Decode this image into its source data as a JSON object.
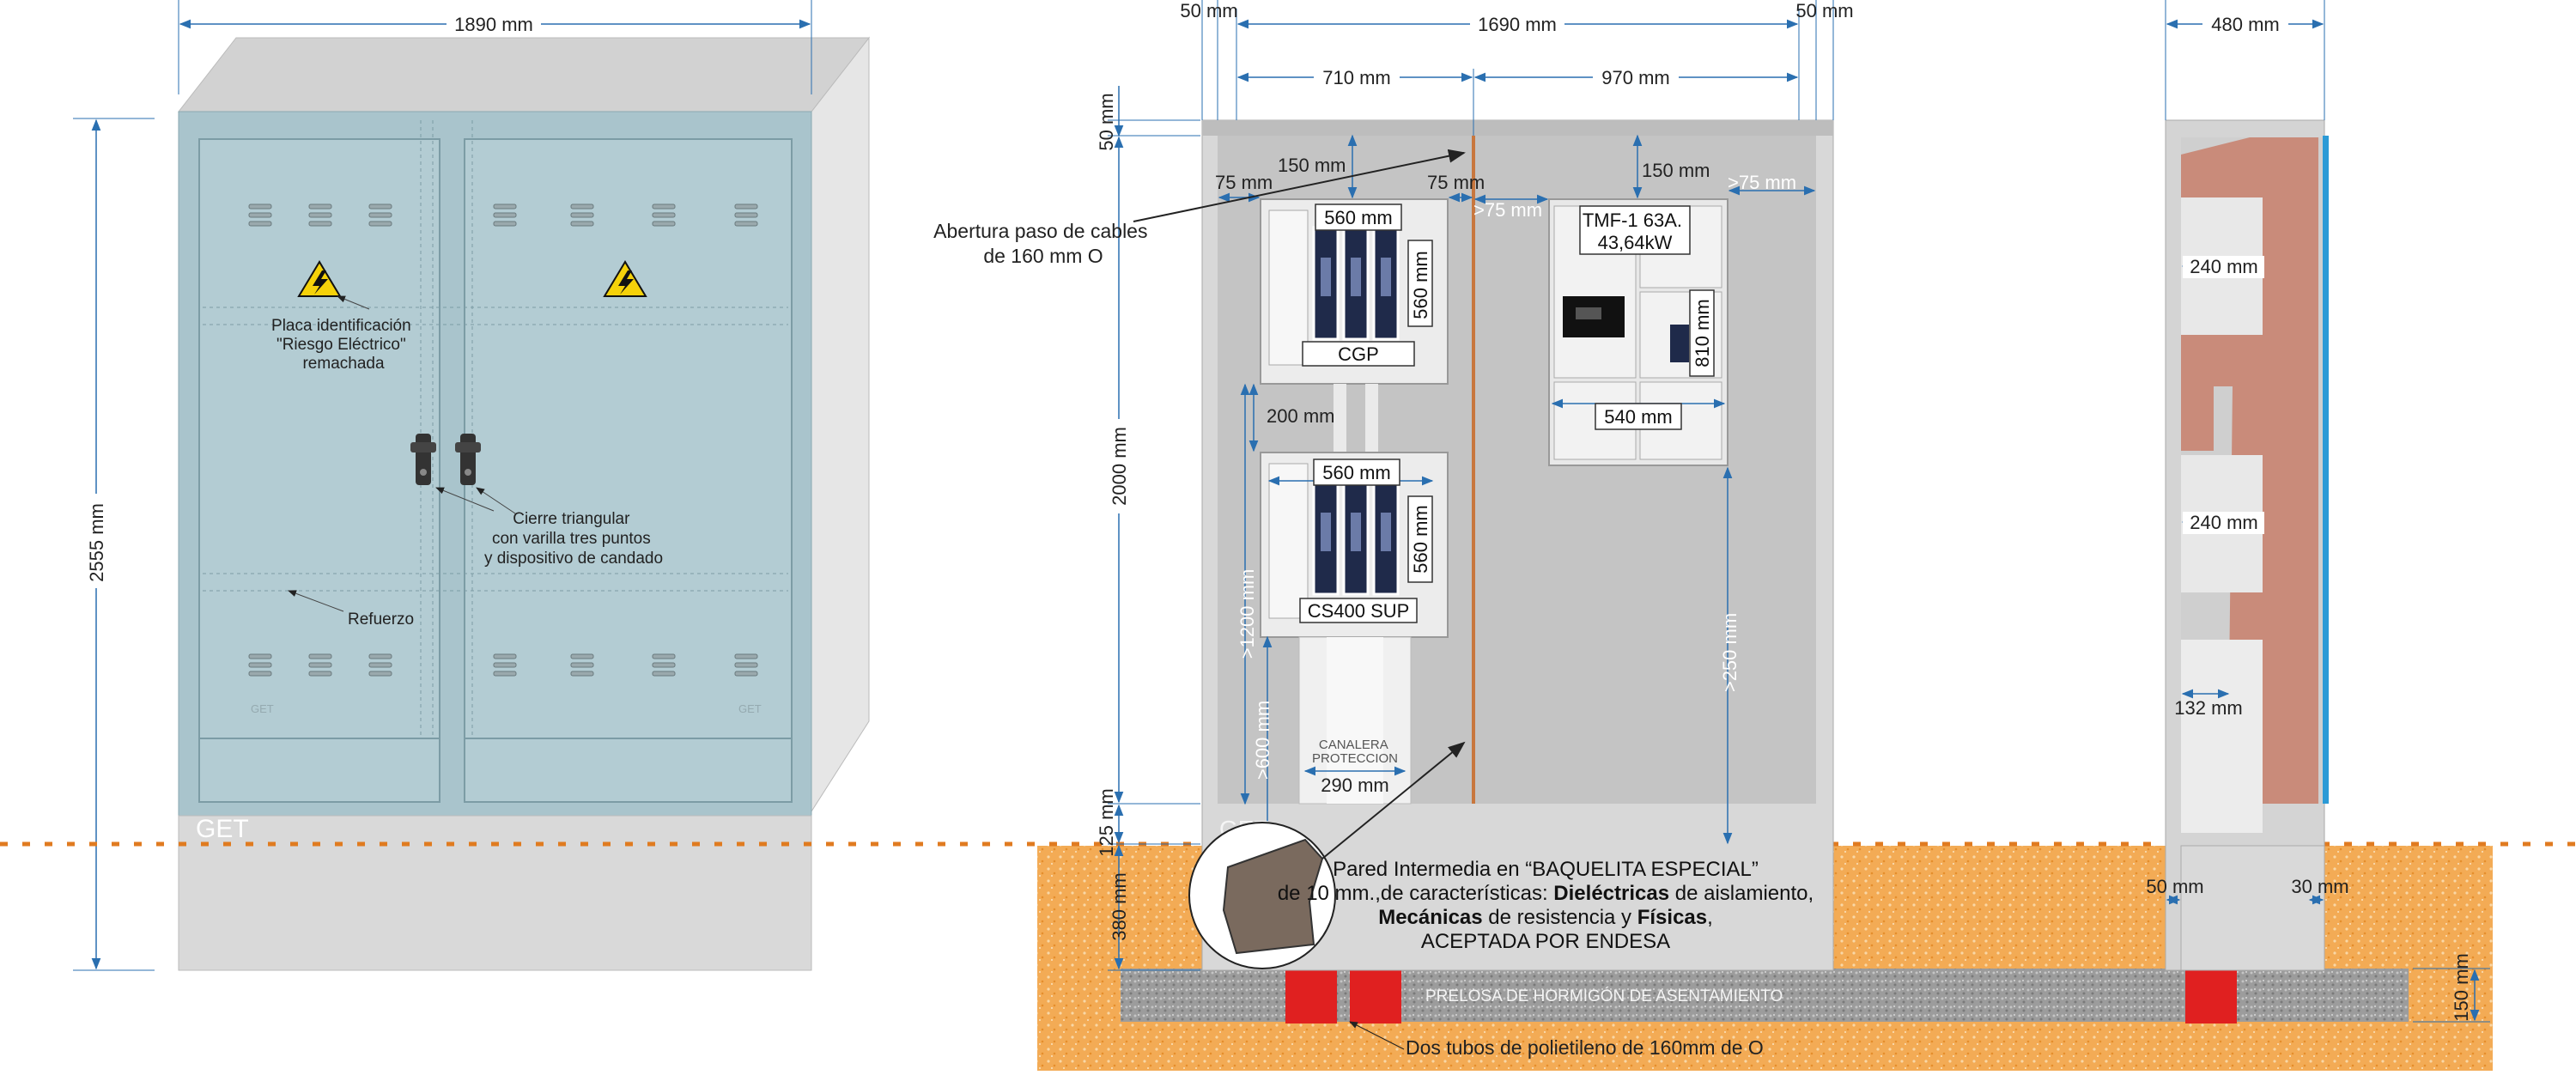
{
  "colors": {
    "cabinet_door": "#a9c4cc",
    "cabinet_body": "#dcdcdc",
    "base": "#d6d6d6",
    "interior": "#c7c7c7",
    "ground": "#f0a64e",
    "slab": "#a8a8a8",
    "tube": "#e02020",
    "dim_line": "#2a6fb0",
    "cutoff": "#e07b20",
    "wall": "#c98b7a",
    "blue_bar": "#2b9ad6"
  },
  "icons": [
    "warning-triangle-icon",
    "lock-handle-icon",
    "vent-slot-icon"
  ],
  "front": {
    "width_dim": "1890 mm",
    "height_dim": "2555 mm",
    "brand": "GET",
    "door_brand": "GET",
    "label_plate": [
      "Placa identificación",
      "\"Riesgo Eléctrico\"",
      "remachada"
    ],
    "label_lock": [
      "Cierre triangular",
      "con varilla tres puntos",
      "y dispositivo de candado"
    ],
    "label_reinforce": "Refuerzo"
  },
  "inner": {
    "dim_left": "50 mm",
    "dim_total": "1690 mm",
    "dim_right": "50 mm",
    "dim_710": "710 mm",
    "dim_970": "970 mm",
    "dim_top": "50 mm",
    "dim_150a": "150 mm",
    "dim_75a": "75 mm",
    "dim_75b": "75 mm",
    "dim_75c": ">75 mm",
    "dim_150b": "150 mm",
    "dim_75d": ">75 mm",
    "cable_opening": [
      "Abertura paso de cables",
      "de 160 mm O"
    ],
    "cgp_dim_w": "560 mm",
    "cgp_dim_h": "560 mm",
    "cgp_label": "CGP",
    "dim_200": "200 mm",
    "dim_2000": "2000 mm",
    "tmf_label": [
      "TMF-1 63A.",
      "43,64kW"
    ],
    "dim_810": "810 mm",
    "dim_540": "540 mm",
    "cs_dim_w": "560 mm",
    "cs_dim_h": "560 mm",
    "cs_label": "CS400 SUP",
    "dim_1200": ">1200 mm",
    "dim_600": ">600 mm",
    "canalera": [
      "CANALERA",
      "PROTECCION"
    ],
    "dim_290": "290 mm",
    "dim_250": ">250 mm",
    "dim_125": "125 mm",
    "dim_380": "380 mm",
    "brand": "GET",
    "partition_note": {
      "line1": "Pared Intermedia en “BAQUELITA ESPECIAL”",
      "line2_a": "de 10 mm.,de características: ",
      "line2_b": "Dieléctricas",
      "line2_c": " de aislamiento,",
      "line3_a": "Mecánicas",
      "line3_b": " de resistencia y ",
      "line3_c": "Físicas",
      "line3_d": ",",
      "line4": "ACEPTADA POR ENDESA"
    },
    "slab_label": "PRELOSA DE HORMIGÓN DE ASENTAMIENTO",
    "tubes_label": "Dos tubos de polietileno de 160mm de O"
  },
  "side": {
    "dim_480": "480 mm",
    "dim_240a": "240 mm",
    "dim_240b": "240 mm",
    "dim_132": "132 mm",
    "dim_50": "50 mm",
    "dim_30": "30 mm",
    "dim_150": "150 mm"
  }
}
